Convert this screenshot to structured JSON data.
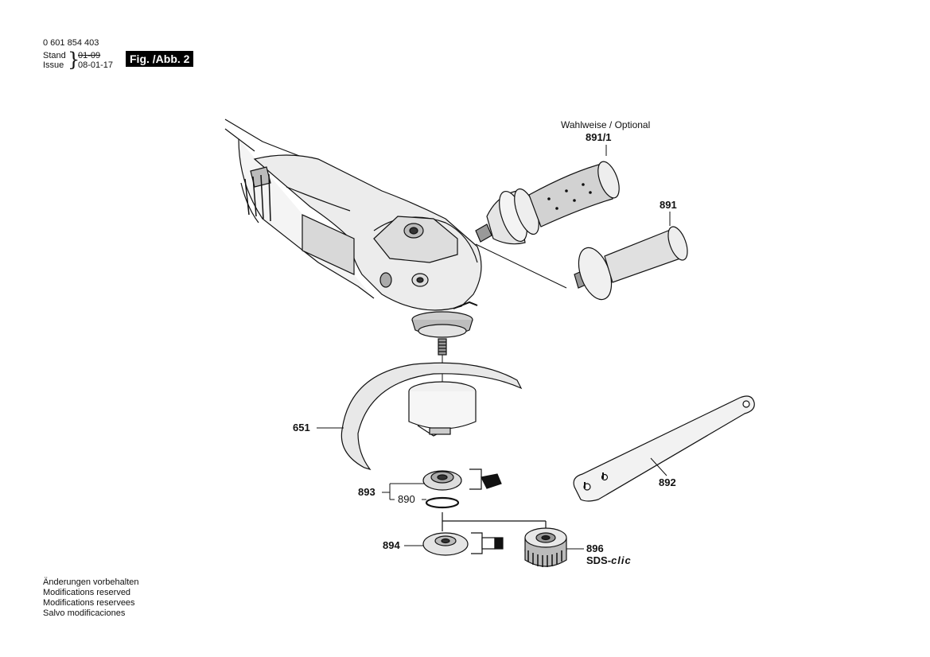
{
  "header": {
    "part_number": "0 601 854 403",
    "stand_label": "Stand",
    "issue_label": "Issue",
    "stand_date": "01-09",
    "issue_date": "08-01-17",
    "figure_label": "Fig. /Abb. 2"
  },
  "callouts": {
    "optional_note": "Wahlweise / Optional",
    "p891_1": "891/1",
    "p891": "891",
    "p651": "651",
    "p893": "893",
    "p890": "890",
    "p892": "892",
    "p894": "894",
    "p896": "896",
    "sds_prefix": "SDS-",
    "sds_logo": "clic"
  },
  "footer": {
    "lines": [
      "Änderungen vorbehalten",
      "Modifications reserved",
      "Modifications reservees",
      "Salvo modificaciones"
    ]
  }
}
